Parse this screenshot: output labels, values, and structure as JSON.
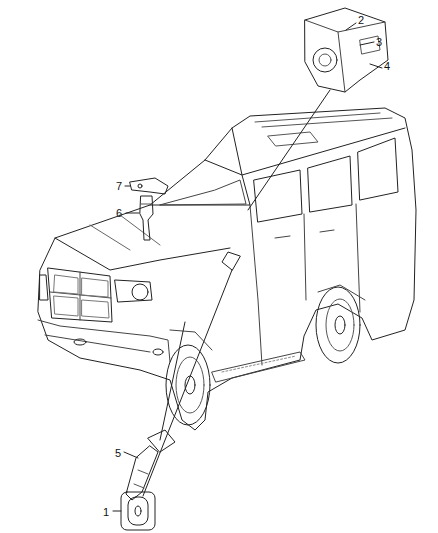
{
  "diagram": {
    "labels": [
      "2",
      "3",
      "4",
      "7",
      "6",
      "5",
      "1"
    ]
  }
}
